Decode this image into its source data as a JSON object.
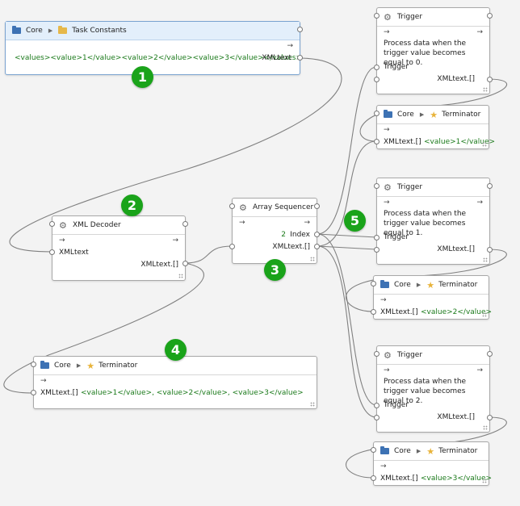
{
  "task_constants": {
    "path_root": "Core",
    "path_leaf": "Task Constants",
    "value_text": "<values><value>1</value><value>2</value><value>3</value></values>",
    "output_label": "XMLtext",
    "arrow": "→"
  },
  "xml_decoder": {
    "title": "XML Decoder",
    "input_label": "XMLtext",
    "output_label": "XMLtext.[]",
    "arrow": "→"
  },
  "array_sequencer": {
    "title": "Array Sequencer",
    "index_value": "2",
    "index_label": "Index",
    "output_label": "XMLtext.[]",
    "arrow": "→"
  },
  "terminator_main": {
    "path_root": "Core",
    "title": "Terminator",
    "input_label": "XMLtext.[]",
    "value_text": "<value>1</value>, <value>2</value>, <value>3</value>",
    "arrow": "→"
  },
  "triggers": [
    {
      "title": "Trigger",
      "desc": "Process data when the trigger value becomes equal to 0.",
      "trigger_label": "Trigger",
      "output_label": "XMLtext.[]",
      "arrow": "→"
    },
    {
      "title": "Trigger",
      "desc": "Process data when the trigger value becomes equal to 1.",
      "trigger_label": "Trigger",
      "output_label": "XMLtext.[]",
      "arrow": "→"
    },
    {
      "title": "Trigger",
      "desc": "Process data when the trigger value becomes equal to 2.",
      "trigger_label": "Trigger",
      "output_label": "XMLtext.[]",
      "arrow": "→"
    }
  ],
  "terminators": [
    {
      "path_root": "Core",
      "title": "Terminator",
      "input_label": "XMLtext.[]",
      "value_text": "<value>1</value>",
      "arrow": "→"
    },
    {
      "path_root": "Core",
      "title": "Terminator",
      "input_label": "XMLtext.[]",
      "value_text": "<value>2</value>",
      "arrow": "→"
    },
    {
      "path_root": "Core",
      "title": "Terminator",
      "input_label": "XMLtext.[]",
      "value_text": "<value>3</value>",
      "arrow": "→"
    }
  ],
  "badges": [
    "1",
    "2",
    "3",
    "4",
    "5"
  ],
  "colors": {
    "badge": "#1aa31a",
    "value_text": "#1b7a1b",
    "header_selected": "#e3effb",
    "wire": "#7f7f7f"
  }
}
